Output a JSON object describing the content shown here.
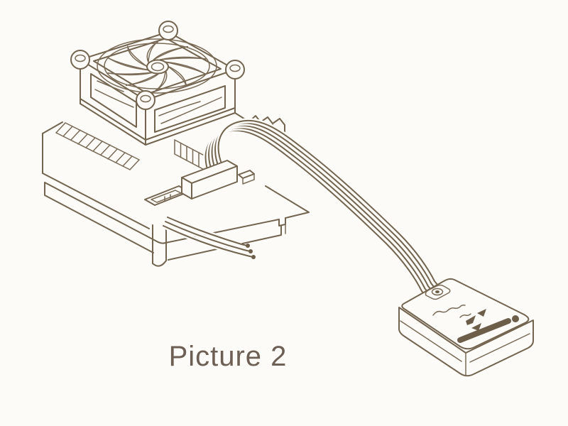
{
  "figure": {
    "caption": "Picture 2",
    "kind": "technical-line-illustration"
  },
  "palette": {
    "line": "#73644f",
    "paper": "#fcfbf8",
    "caption_text": "#6d5f53"
  },
  "components": {
    "esc_unit": "electronic speed controller",
    "cooling_fan": "cooling fan with corner screws",
    "fan_shroud": "fan shroud with side vents",
    "heatsink": "finned heatsink body",
    "base_plate": "mounting base plate",
    "front_connector": "wire connector block",
    "socket_port": "plug socket with pins",
    "sensor_wire": "flat three-strand wire",
    "ribbon_cable": "flat multi-wire cable",
    "program_card": "program card module",
    "card_button": "set button",
    "card_arrows": "arrow markings",
    "card_led_bar": "dark label bar"
  }
}
